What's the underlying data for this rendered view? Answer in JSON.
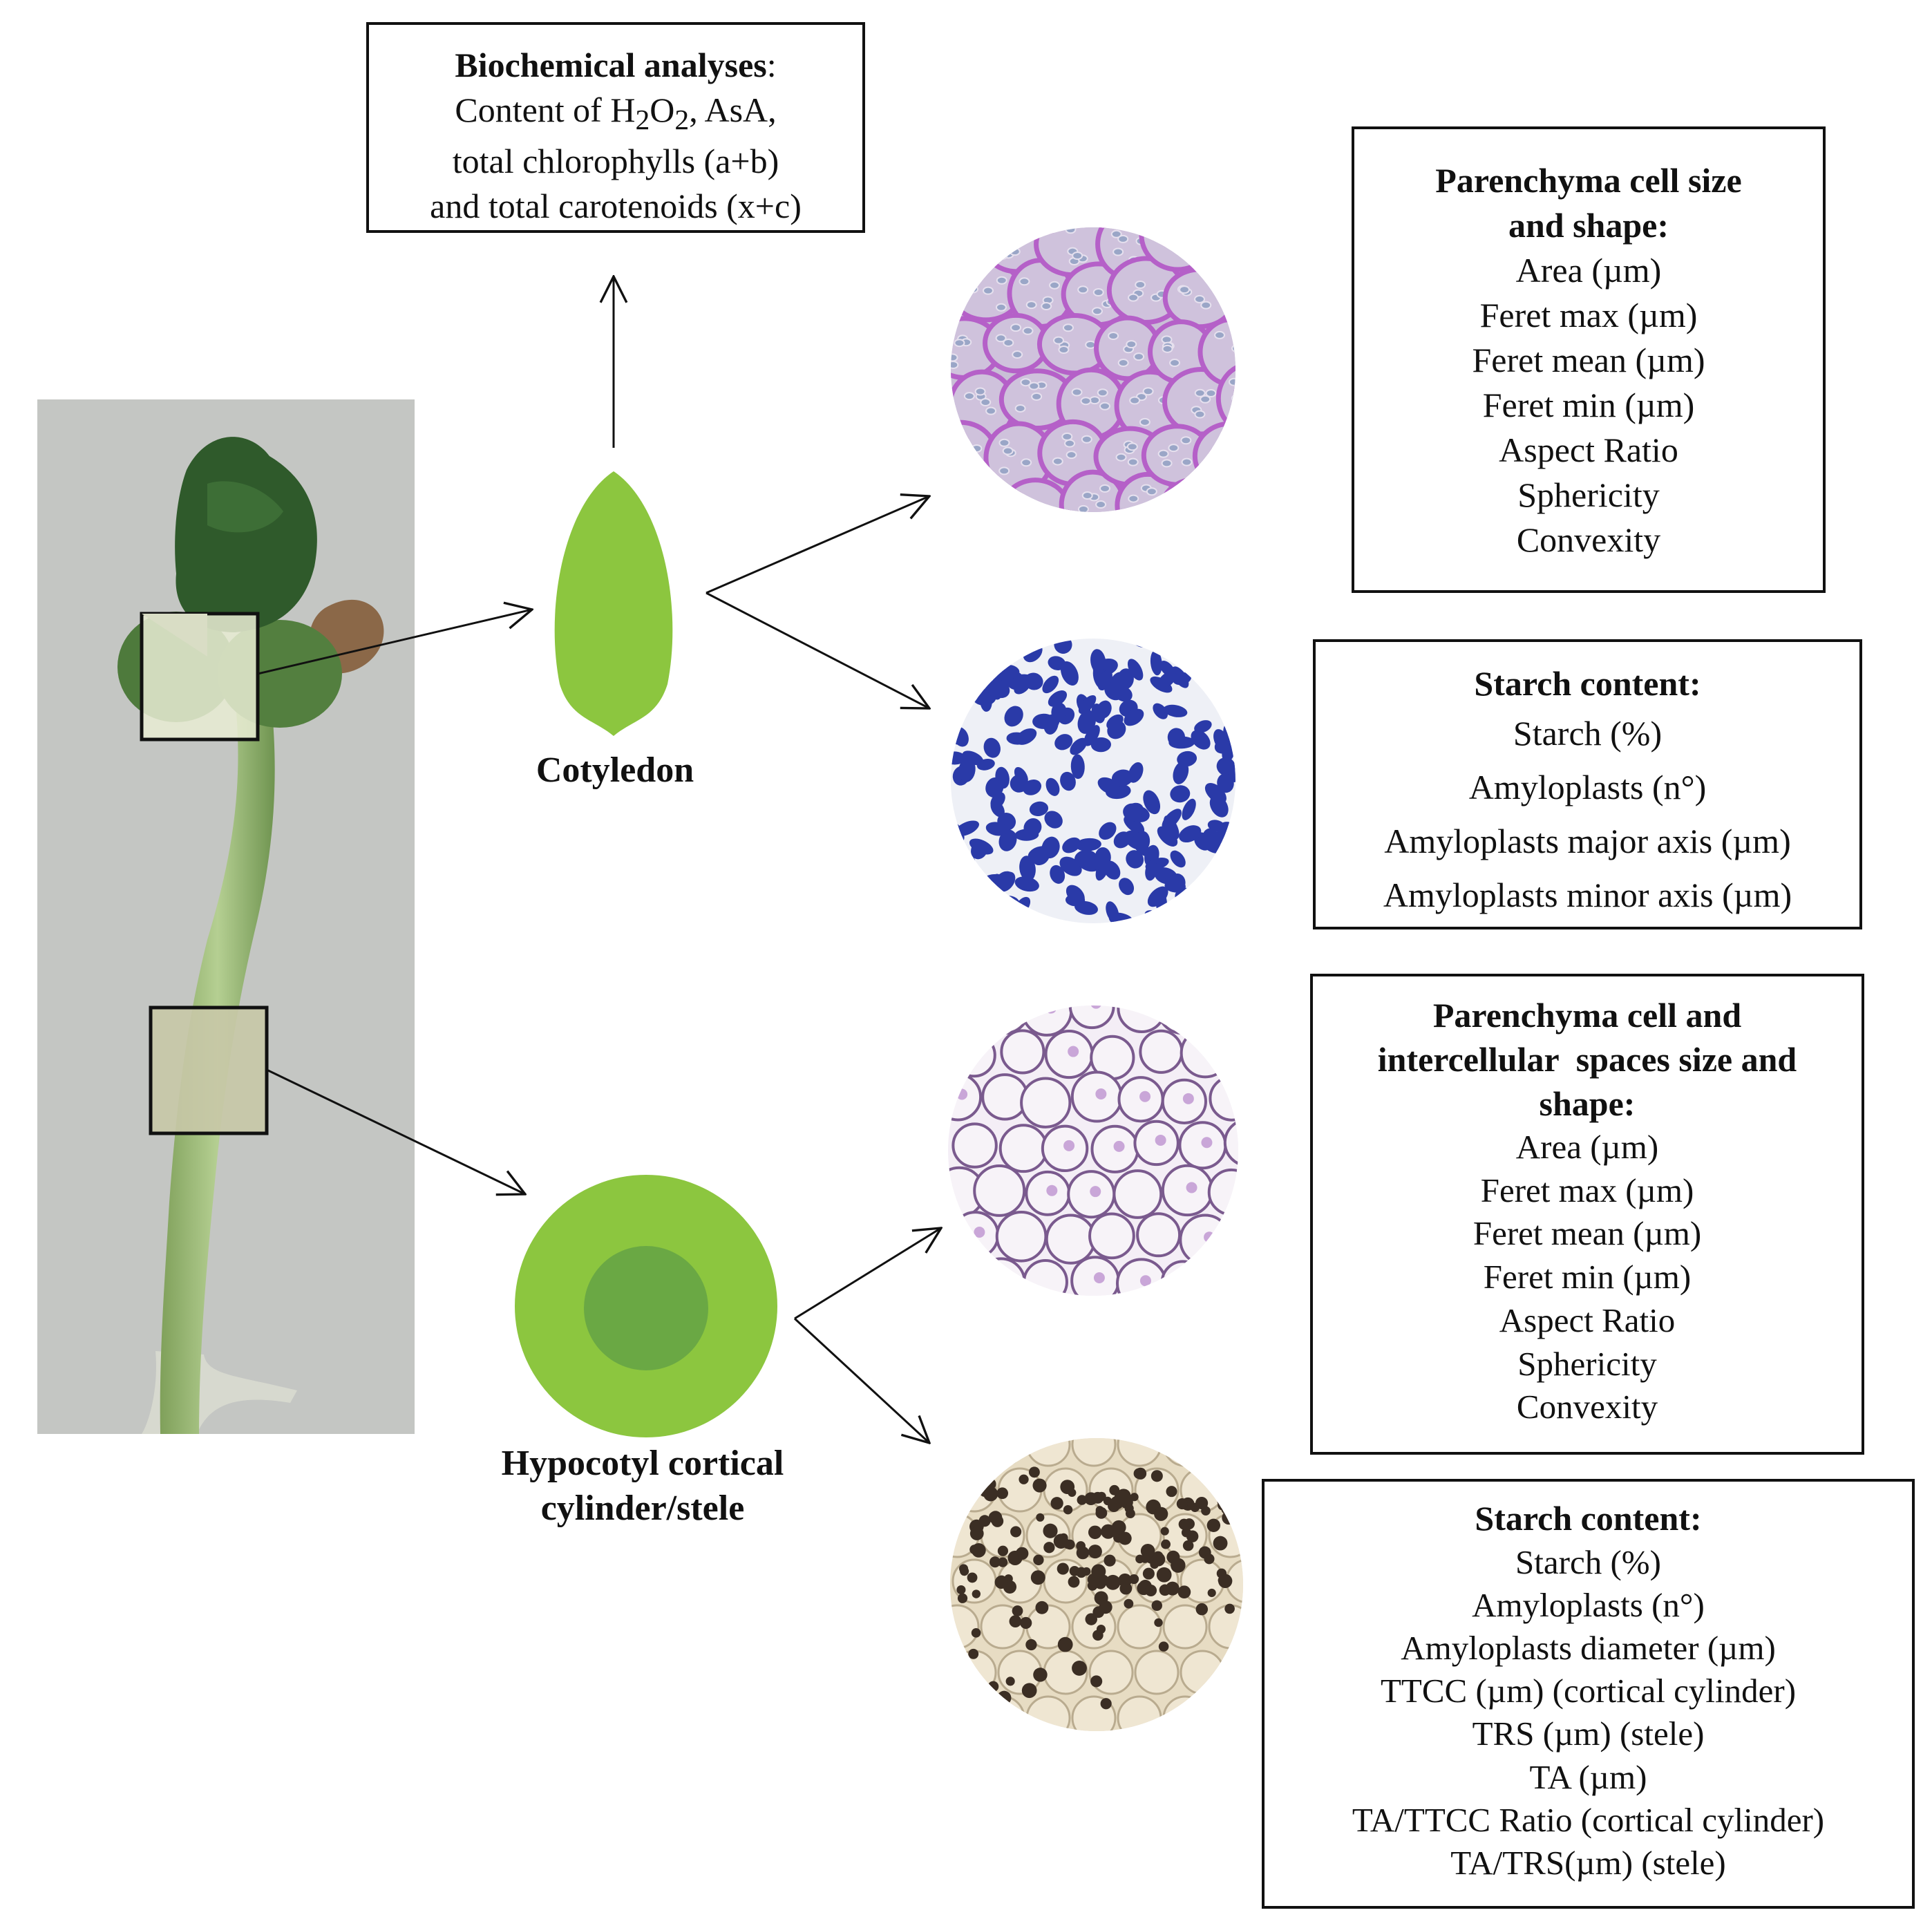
{
  "biochemical": {
    "heading": "Biochemical analyses",
    "heading_suffix": ":",
    "line1_pre": "Content of H",
    "sub_2a": "2",
    "mid_o": "O",
    "sub_2b": "2",
    "line1_post": ", AsA,",
    "line2": "total chlorophylls (a+b)",
    "line3": "and total carotenoids (x+c)"
  },
  "cotyledon_label": "Cotyledon",
  "hypocotyl_label": [
    "Hypocotyl cortical",
    "cylinder/stele"
  ],
  "parenchyma_cotyledon": {
    "heading": [
      "Parenchyma cell size",
      "and shape:"
    ],
    "items": [
      "Area (µm)",
      "Feret max (µm)",
      "Feret mean (µm)",
      "Feret min (µm)",
      "Aspect Ratio",
      "Sphericity",
      "Convexity"
    ]
  },
  "starch_cotyledon": {
    "heading": "Starch content:",
    "items": [
      "Starch (%)",
      "Amyloplasts (n°)",
      "Amyloplasts major axis (µm)",
      "Amyloplasts minor axis (µm)"
    ]
  },
  "parenchyma_hypocotyl": {
    "heading": [
      "Parenchyma cell and",
      "intercellular  spaces size and",
      "shape:"
    ],
    "items": [
      "Area (µm)",
      "Feret max (µm)",
      "Feret mean (µm)",
      "Feret min (µm)",
      "Aspect Ratio",
      "Sphericity",
      "Convexity"
    ]
  },
  "starch_hypocotyl": {
    "heading": "Starch content:",
    "items": [
      "Starch (%)",
      "Amyloplasts (n°)",
      "Amyloplasts diameter (µm)",
      "TTCC (µm) (cortical cylinder)",
      "TRS (µm) (stele)",
      "TA (µm)",
      "TA/TTCC Ratio (cortical cylinder)",
      "TA/TRS(µm) (stele)"
    ]
  },
  "colors": {
    "leaf_green": "#8cc63f",
    "stele_green": "#6aa844",
    "photo_bg": "#c4c6c3",
    "stain_purple": "#b560c8",
    "stain_blue": "#2a3aa8",
    "iodine_brown": "#3b2e24"
  }
}
